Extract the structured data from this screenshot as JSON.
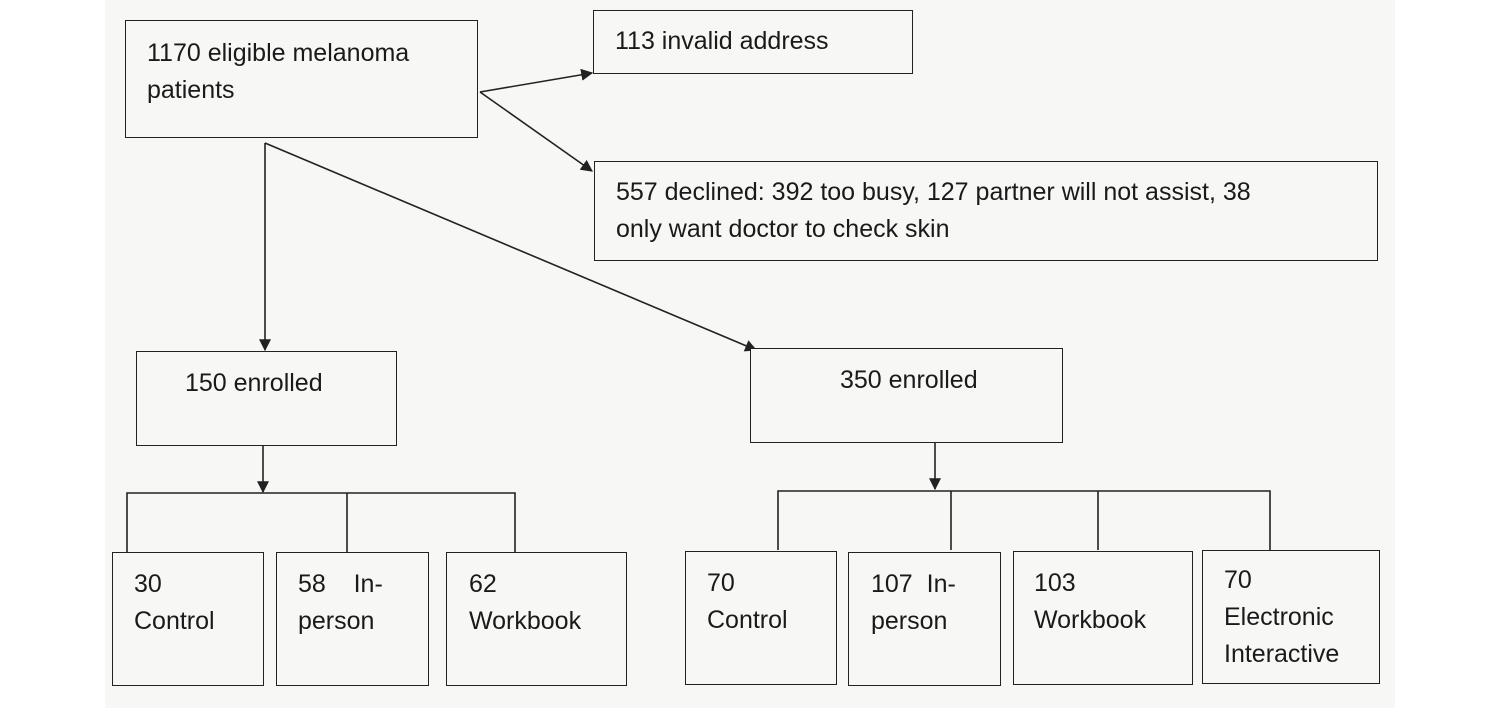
{
  "diagram": {
    "eligible": {
      "line1": "1170 eligible melanoma",
      "line2": "patients"
    },
    "invalid": {
      "text": "113 invalid address"
    },
    "declined": {
      "line1": "557 declined: 392 too busy, 127 partner will not assist, 38",
      "line2": "only want doctor to check skin"
    },
    "enrolled_150": {
      "text": "150 enrolled"
    },
    "enrolled_350": {
      "text": "350 enrolled"
    },
    "groups_150": [
      {
        "count": "30",
        "label": "Control"
      },
      {
        "count": "58",
        "label": "In-",
        "label2": "person"
      },
      {
        "count": "62",
        "label": "Workbook"
      }
    ],
    "groups_350": [
      {
        "count": "70",
        "label": "Control"
      },
      {
        "count": "107",
        "label": "In-",
        "label2": "person"
      },
      {
        "count": "103",
        "label": "Workbook"
      },
      {
        "count": "70",
        "label": "Electronic",
        "label2": "Interactive"
      }
    ]
  }
}
